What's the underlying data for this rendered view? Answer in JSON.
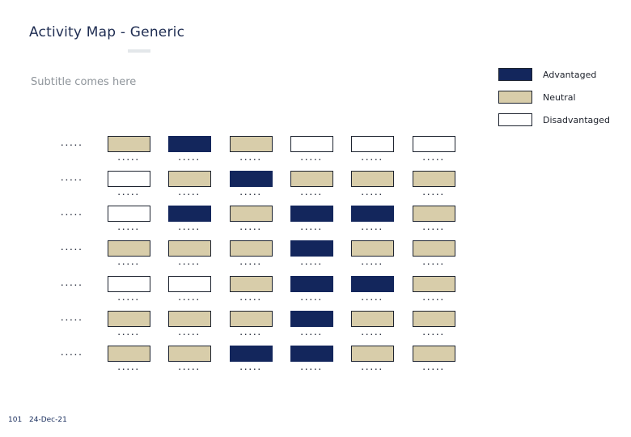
{
  "title": "Activity Map - Generic",
  "subtitle": "Subtitle comes here",
  "legend": {
    "items": [
      {
        "label": "Advantaged",
        "state": "advantaged"
      },
      {
        "label": "Neutral",
        "state": "neutral"
      },
      {
        "label": "Disadvantaged",
        "state": "disadvantaged"
      }
    ]
  },
  "colors": {
    "advantaged": "#13265c",
    "neutral": "#d8cdaa",
    "disadvantaged": "#ffffff",
    "box_border": "#1e2430"
  },
  "grid": {
    "row_label_placeholder": ".....",
    "cell_label_placeholder": ".....",
    "rows": [
      {
        "label": ".....",
        "cells": [
          "neutral",
          "advantaged",
          "neutral",
          "disadvantaged",
          "disadvantaged",
          "disadvantaged"
        ]
      },
      {
        "label": ".....",
        "cells": [
          "disadvantaged",
          "neutral",
          "advantaged",
          "neutral",
          "neutral",
          "neutral"
        ]
      },
      {
        "label": ".....",
        "cells": [
          "disadvantaged",
          "advantaged",
          "neutral",
          "advantaged",
          "advantaged",
          "neutral"
        ]
      },
      {
        "label": ".....",
        "cells": [
          "neutral",
          "neutral",
          "neutral",
          "advantaged",
          "neutral",
          "neutral"
        ]
      },
      {
        "label": ".....",
        "cells": [
          "disadvantaged",
          "disadvantaged",
          "neutral",
          "advantaged",
          "advantaged",
          "neutral"
        ]
      },
      {
        "label": ".....",
        "cells": [
          "neutral",
          "neutral",
          "neutral",
          "advantaged",
          "neutral",
          "neutral"
        ]
      },
      {
        "label": ".....",
        "cells": [
          "neutral",
          "neutral",
          "advantaged",
          "advantaged",
          "neutral",
          "neutral"
        ]
      }
    ],
    "cell_labels": [
      [
        ".....",
        ".....",
        ".....",
        ".....",
        ".....",
        "....."
      ],
      [
        ".....",
        ".....",
        ".....",
        ".....",
        ".....",
        "....."
      ],
      [
        ".....",
        ".....",
        ".....",
        ".....",
        ".....",
        "....."
      ],
      [
        ".....",
        ".....",
        ".....",
        ".....",
        ".....",
        "....."
      ],
      [
        ".....",
        ".....",
        ".....",
        ".....",
        ".....",
        "....."
      ],
      [
        ".....",
        ".....",
        ".....",
        ".....",
        ".....",
        "....."
      ],
      [
        ".....",
        ".....",
        ".....",
        ".....",
        ".....",
        "....."
      ]
    ]
  },
  "footer": {
    "page_number": "101",
    "date": "24-Dec-21"
  }
}
